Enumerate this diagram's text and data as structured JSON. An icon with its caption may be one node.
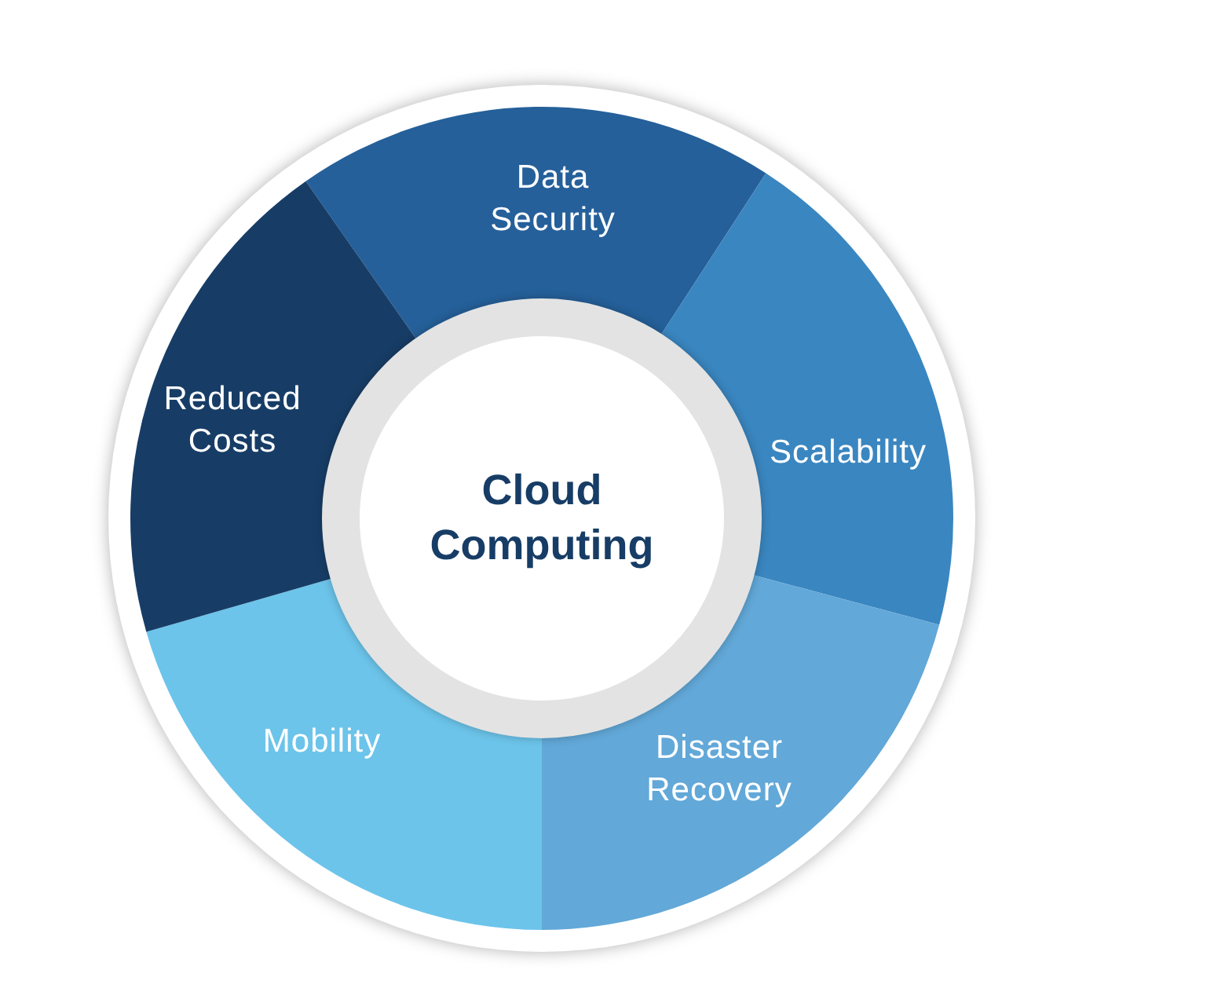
{
  "diagram": {
    "nodes": [
      {
        "text": [
          "Cloud Computing"
        ]
      },
      {
        "text": [
          "Data Security"
        ]
      },
      {
        "text": [
          "Scalability"
        ]
      },
      {
        "text": [
          "Disaster Recovery"
        ]
      },
      {
        "text": [
          "Mobility"
        ]
      },
      {
        "text": [
          "Reduced Costs"
        ]
      }
    ]
  }
}
